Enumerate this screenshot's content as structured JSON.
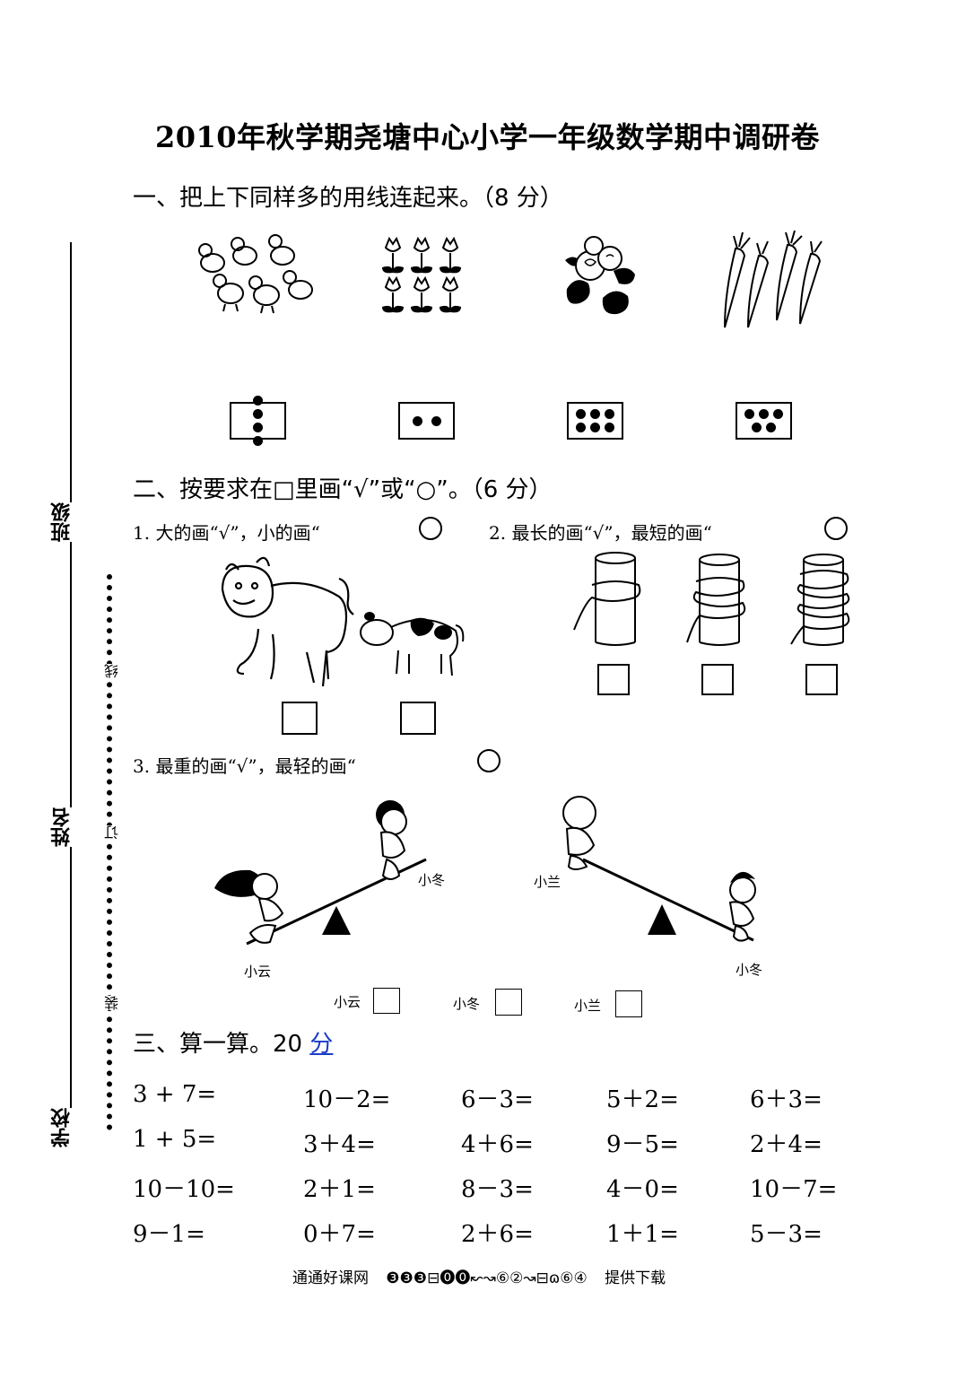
{
  "title": "2010年秋学期尧塘中心小学一年级数学期中调研卷",
  "margin": {
    "class_label": "班级",
    "name_label": "姓名",
    "school_label": "学校",
    "line_char": "线",
    "ding_char": "订",
    "zhuang_char": "装"
  },
  "section1": {
    "heading": "一、把上下同样多的用线连起来。（8 分）",
    "pictures": [
      "chicks-icon",
      "tulips-icon",
      "flowers-icon",
      "carrots-icon"
    ],
    "dot_counts": [
      4,
      2,
      6,
      5
    ]
  },
  "section2": {
    "heading": "二、按要求在□里画“√”或“○”。（6 分）",
    "q1": "1. 大的画“√”，小的画“",
    "q2": "2. 最长的画“√”，最短的画“",
    "q3": "3. 最重的画“√”，最轻的画“",
    "seesaw_left": {
      "low": "小云",
      "high": "小冬"
    },
    "seesaw_right": {
      "high": "小兰",
      "low": "小冬"
    },
    "answer_labels": [
      "小云",
      "小冬",
      "小兰"
    ]
  },
  "section3": {
    "heading_text": "三、算一算。20 ",
    "heading_link": "分",
    "rows": [
      [
        "3 + 7=",
        "10－2=",
        "6－3=",
        "5＋2=",
        "6＋3="
      ],
      [
        "1 + 5=",
        "3＋4=",
        "4＋6=",
        "9－5=",
        "2＋4="
      ],
      [
        "10－10=",
        "2＋1=",
        "8－3=",
        "4－0=",
        "10－7="
      ],
      [
        "9－1=",
        "0＋7=",
        "2＋6=",
        "1＋1=",
        "5－3="
      ]
    ]
  },
  "footer": {
    "left": "通通好课网",
    "middle": "❸❸❸⊟⓿⓿↜↝⑥②↝⊟ɷ⑥④",
    "right": "提供下载"
  }
}
